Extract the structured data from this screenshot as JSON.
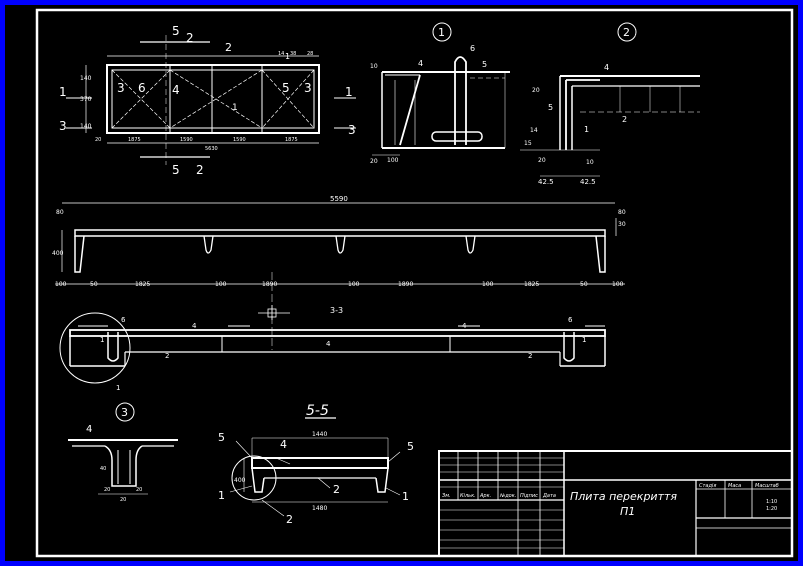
{
  "colors": {
    "background": "#000000",
    "frame": "#0000ff",
    "lines": "#ffffff"
  },
  "plan": {
    "section_marks": [
      "5",
      "2",
      "5",
      "2",
      "1",
      "1",
      "3",
      "3"
    ],
    "callouts": [
      "1",
      "2",
      "3",
      "6",
      "4",
      "5",
      "3",
      "1"
    ],
    "dims_left": [
      "140",
      "370",
      "140"
    ],
    "dims_top": [
      "14",
      "38",
      "28"
    ],
    "dims_bottom": [
      "1875",
      "1590",
      "1590",
      "1875",
      "20",
      "5630"
    ]
  },
  "node1": {
    "label": "1",
    "callouts": [
      "4",
      "6",
      "5"
    ],
    "dims": [
      "10",
      "100",
      "20"
    ]
  },
  "node2": {
    "label": "2",
    "callouts": [
      "4",
      "5",
      "1",
      "2"
    ],
    "dims": [
      "20",
      "15",
      "14",
      "20",
      "10",
      "42.5",
      "42.5"
    ]
  },
  "elevation": {
    "overall": "5590",
    "left_end": "80",
    "right_end": "80",
    "height": "400",
    "right_small": "30",
    "bottom_dims": [
      "100",
      "50",
      "1825",
      "100",
      "1890",
      "100",
      "1890",
      "100",
      "1825",
      "50",
      "100"
    ]
  },
  "section33": {
    "label": "3-3",
    "callouts": [
      "6",
      "4",
      "4",
      "4",
      "6",
      "1",
      "2",
      "2",
      "1",
      "1"
    ]
  },
  "node3": {
    "label": "3",
    "callouts": [
      "4"
    ],
    "dims": [
      "40",
      "20",
      "20",
      "20"
    ]
  },
  "section55": {
    "label": "5-5",
    "top_dim": "1440",
    "bottom_dim": "1480",
    "side_dim": "400",
    "callouts": [
      "5",
      "4",
      "5",
      "1",
      "2",
      "1",
      "2"
    ]
  },
  "title_block": {
    "headers": [
      "Зм.",
      "Кільк.",
      "Арк.",
      "№док.",
      "Підпис",
      "Дата"
    ],
    "title_line1": "Плита перекриття",
    "title_line2": "П1",
    "stage_headers": [
      "Стадія",
      "Маса",
      "Масштаб"
    ],
    "scales": [
      "1:10",
      "1:20"
    ]
  }
}
